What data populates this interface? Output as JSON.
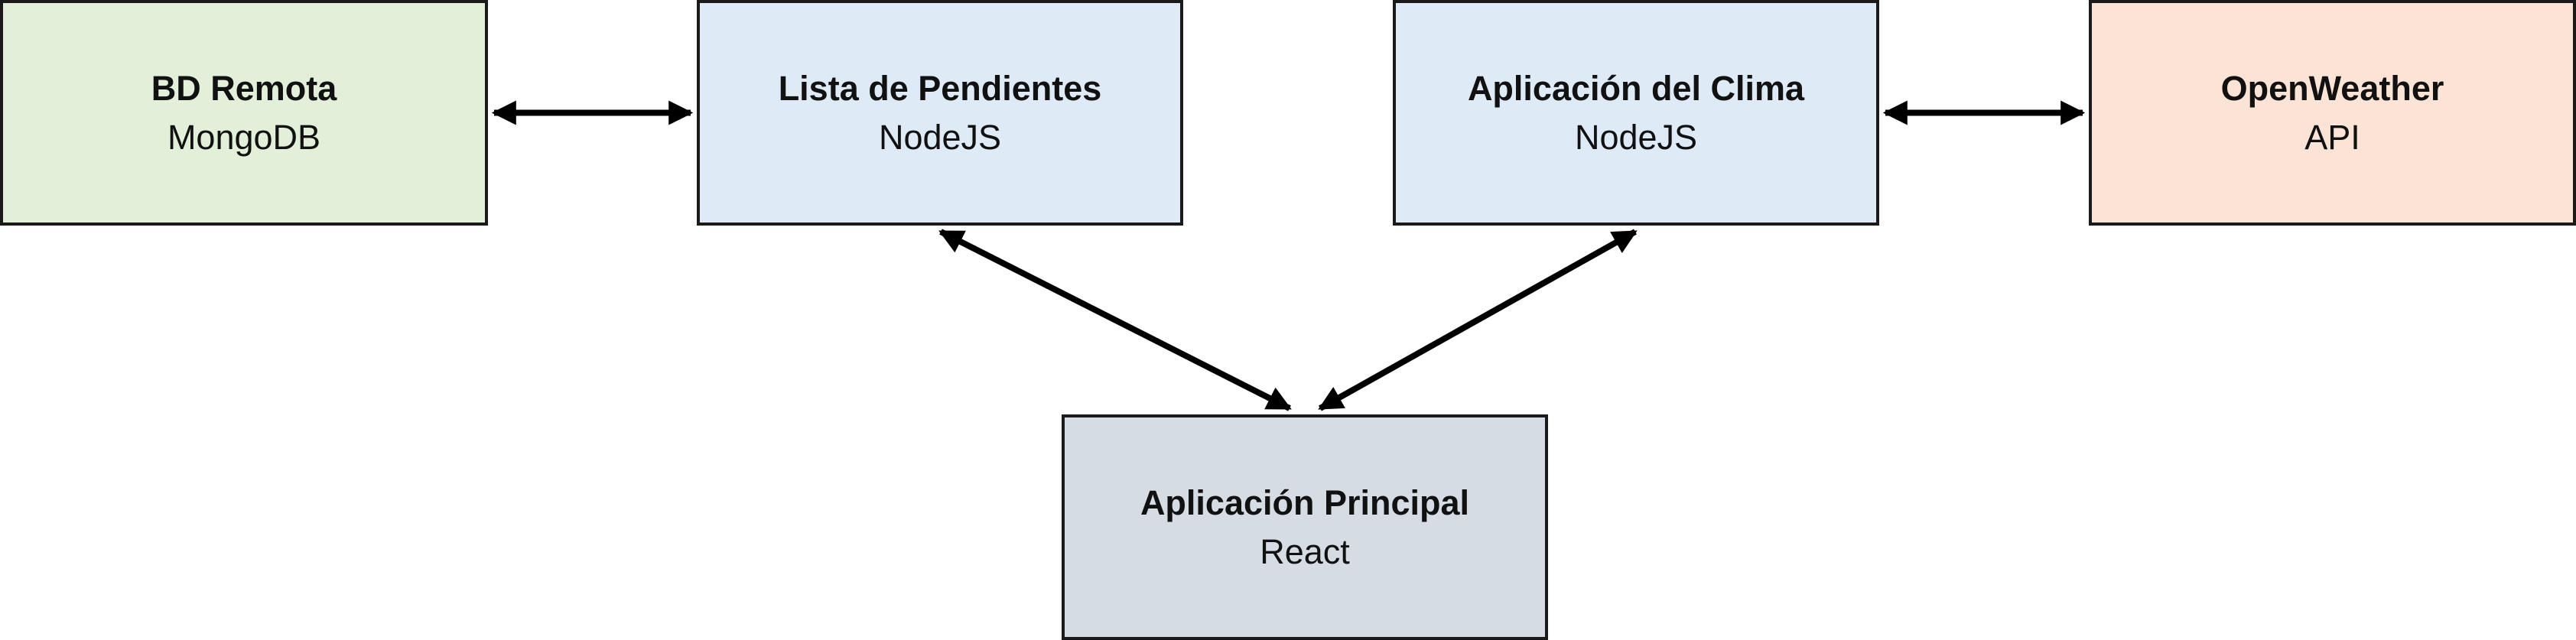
{
  "nodes": {
    "bd_remota": {
      "title": "BD Remota",
      "subtitle": "MongoDB",
      "fill": "#e2efd9"
    },
    "lista": {
      "title": "Lista de Pendientes",
      "subtitle": "NodeJS",
      "fill": "#deebf7"
    },
    "clima": {
      "title": "Aplicación del Clima",
      "subtitle": "NodeJS",
      "fill": "#deebf7"
    },
    "openweather": {
      "title": "OpenWeather",
      "subtitle": "API",
      "fill": "#fbe4d5"
    },
    "principal": {
      "title": "Aplicación Principal",
      "subtitle": "React",
      "fill": "#d6dce4"
    }
  },
  "edges": [
    {
      "from": "bd_remota",
      "to": "lista",
      "direction": "both"
    },
    {
      "from": "clima",
      "to": "openweather",
      "direction": "both"
    },
    {
      "from": "lista",
      "to": "principal",
      "direction": "both"
    },
    {
      "from": "clima",
      "to": "principal",
      "direction": "both"
    }
  ],
  "colors": {
    "border": "#1a1a1a",
    "connector": "#000000"
  }
}
